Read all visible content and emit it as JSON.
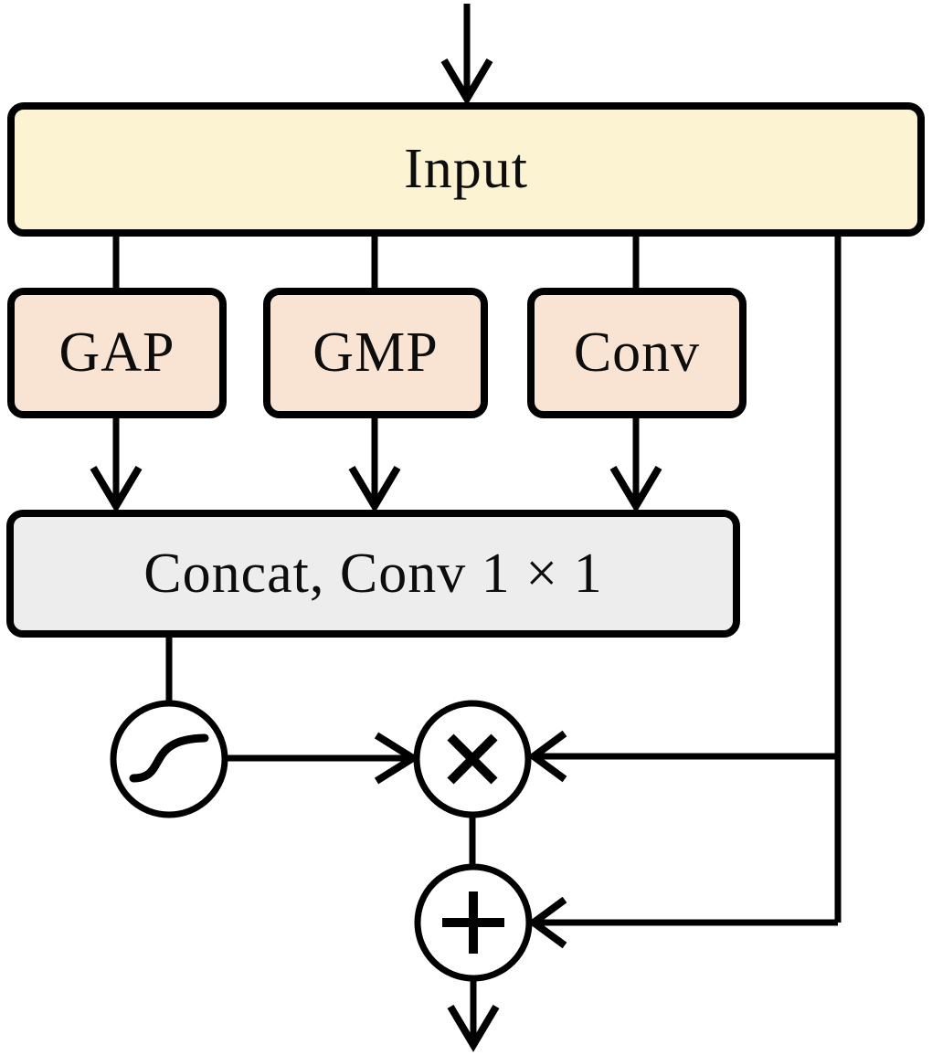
{
  "diagram": {
    "kind": "attention-module-block-diagram",
    "background": "#ffffff",
    "stroke_color": "#000000",
    "nodes": {
      "input": {
        "label": "Input",
        "fill": "#fcf3d2"
      },
      "gap": {
        "label": "GAP",
        "fill": "#f9e3d3"
      },
      "gmp": {
        "label": "GMP",
        "fill": "#f9e3d3"
      },
      "conv": {
        "label": "Conv",
        "fill": "#f9e3d3"
      },
      "concat": {
        "label": "Concat, Conv 1 × 1",
        "fill": "#ededed"
      }
    },
    "operators": {
      "sigmoid": {
        "icon": "sigmoid-curve-icon",
        "meaning": "sigmoid activation"
      },
      "multiply": {
        "icon": "multiply-cross-icon",
        "symbol": "×"
      },
      "add": {
        "icon": "plus-icon",
        "symbol": "+"
      }
    },
    "edges": [
      "external → Input",
      "Input → GAP",
      "Input → GMP",
      "Input → Conv",
      "GAP → Concat, Conv 1 × 1",
      "GMP → Concat, Conv 1 × 1",
      "Conv → Concat, Conv 1 × 1",
      "Concat, Conv 1 × 1 → sigmoid",
      "sigmoid → multiply",
      "Input → multiply (skip connection)",
      "multiply → add",
      "Input → add (skip connection)",
      "add → output"
    ]
  }
}
